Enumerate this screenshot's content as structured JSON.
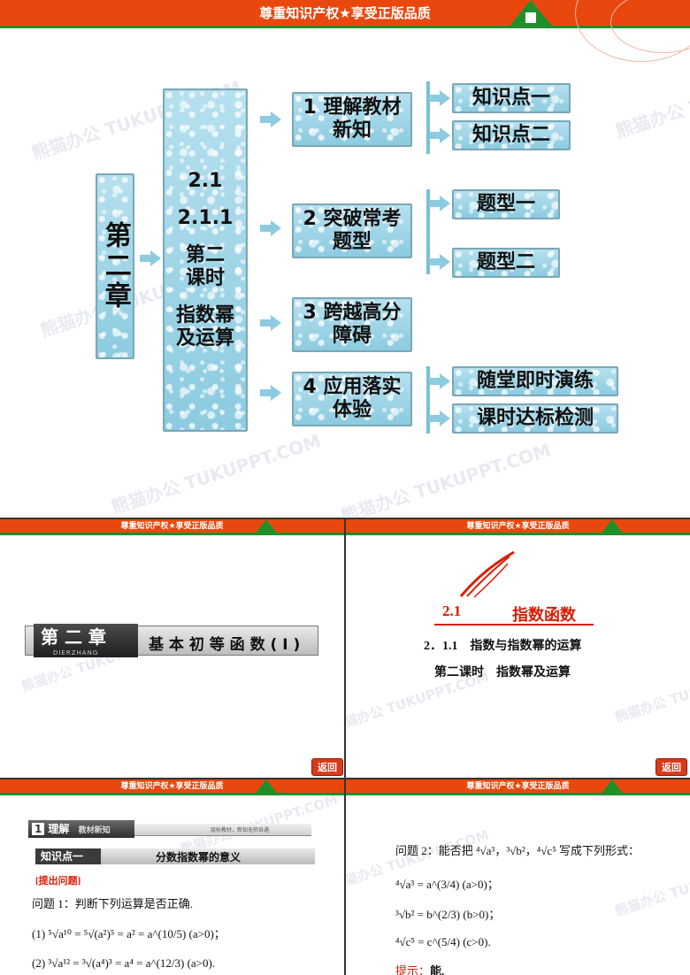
{
  "banner": "尊重知识产权★享受正版品质",
  "watermark": "熊猫办公 TUKUPPT.COM",
  "slide1": {
    "chapter": "第二章",
    "lesson": [
      "2.1",
      "2.1.1",
      "第二课时",
      "指数幂及运算"
    ],
    "sections": [
      {
        "label": "1 理解教材新知",
        "children": [
          "知识点一",
          "知识点二"
        ]
      },
      {
        "label": "2 突破常考题型",
        "children": [
          "题型一",
          "题型二"
        ]
      },
      {
        "label": "3 跨越高分障碍",
        "children": []
      },
      {
        "label": "4 应用落实体验",
        "children": [
          "随堂即时演练",
          "课时达标检测"
        ]
      }
    ]
  },
  "slide2": {
    "chapter": "第 二 章",
    "pinyin": "DIERZHANG",
    "subtitle": "基 本 初 等 函 数 ( Ⅰ )",
    "return": "返回"
  },
  "slide3": {
    "num": "2.1",
    "title": "指数函数",
    "line1": "2．1.1　指数与指数幂的运算",
    "line2": "第二课时　指数幂及运算",
    "return": "返回"
  },
  "slide4": {
    "tab_num": "1",
    "tab_word": "理解",
    "tab_sub": "教材新知",
    "tab_note": "层析教材，新知无师自通",
    "kp_label": "知识点一",
    "kp_title": "分数指数幂的意义",
    "ask": "[提出问题]",
    "q1": "问题 1：判断下列运算是否正确.",
    "eq1": "(1) ⁵√a¹⁰ = ⁵√(a²)⁵ = a² = a^(10/5) (a>0)；",
    "eq2": "(2) ³√a¹² = ³√(a⁴)³ = a⁴ = a^(12/3) (a>0)."
  },
  "slide5": {
    "q2": "问题 2：能否把 ⁴√a³，³√b²，⁴√c⁵ 写成下列形式：",
    "f1": "⁴√a³ = a^(3/4) (a>0)；",
    "f2": "³√b² = b^(2/3) (b>0)；",
    "f3": "⁴√c⁵ = c^(5/4) (c>0).",
    "hint_label": "提示：",
    "hint": "能."
  },
  "colors": {
    "banner": "#e8480e",
    "brand_green": "#1f8f2a",
    "box": "#8ccbe0",
    "accent_red": "#d81e06"
  }
}
